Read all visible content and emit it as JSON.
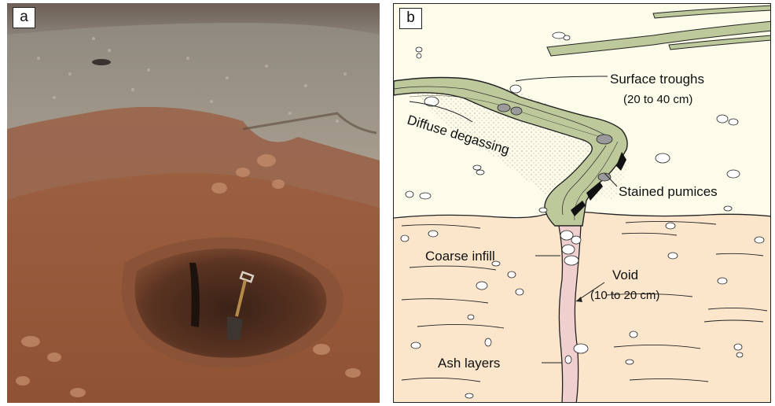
{
  "panels": {
    "a": {
      "letter": "a"
    },
    "b": {
      "letter": "b"
    }
  },
  "labels": {
    "surface_troughs": "Surface troughs",
    "surface_troughs_size": "(20 to 40 cm)",
    "diffuse_degassing": "Diffuse degassing",
    "stained_pumices": "Stained pumices",
    "coarse_infill": "Coarse infill",
    "void": "Void",
    "void_size": "(10 to 20 cm)",
    "ash_layers": "Ash layers"
  },
  "colors": {
    "surface_deposit": "#fdfbe9",
    "ash_deposit": "#fbe6cc",
    "trough_fill": "#bdc99a",
    "void_fill": "#f0cfcf",
    "photo_gravel": "#9c9486",
    "photo_soil": "#9c5a3c"
  }
}
